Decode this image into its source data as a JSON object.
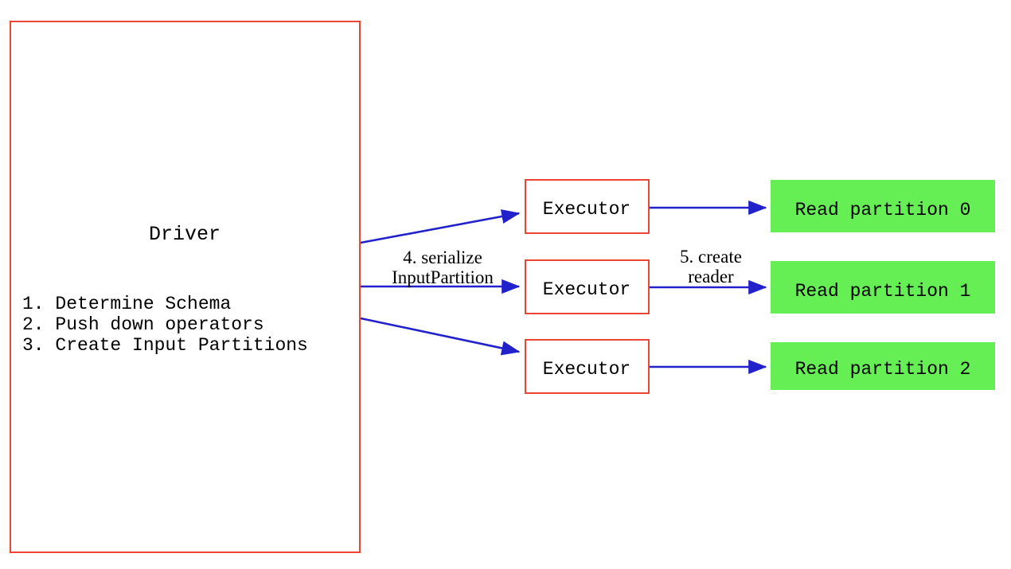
{
  "diagram": {
    "title_semantic": "spark-datasource-v2-read-flow",
    "colors": {
      "box_border_red": "#ee4433",
      "partition_green": "#66ee55",
      "arrow_blue": "#2222cc",
      "background": "#ffffff",
      "text": "#000000"
    },
    "driver": {
      "label": "Driver",
      "steps": [
        "1. Determine Schema",
        "2. Push down operators",
        "3. Create Input Partitions"
      ]
    },
    "executors": [
      {
        "label": "Executor"
      },
      {
        "label": "Executor"
      },
      {
        "label": "Executor"
      }
    ],
    "partitions": [
      {
        "label": "Read partition 0"
      },
      {
        "label": "Read partition 1"
      },
      {
        "label": "Read partition 2"
      }
    ],
    "edge_labels": {
      "serialize": {
        "line1": "4. serialize",
        "line2": "InputPartition"
      },
      "create_reader": {
        "line1": "5. create",
        "line2": "reader"
      }
    }
  }
}
